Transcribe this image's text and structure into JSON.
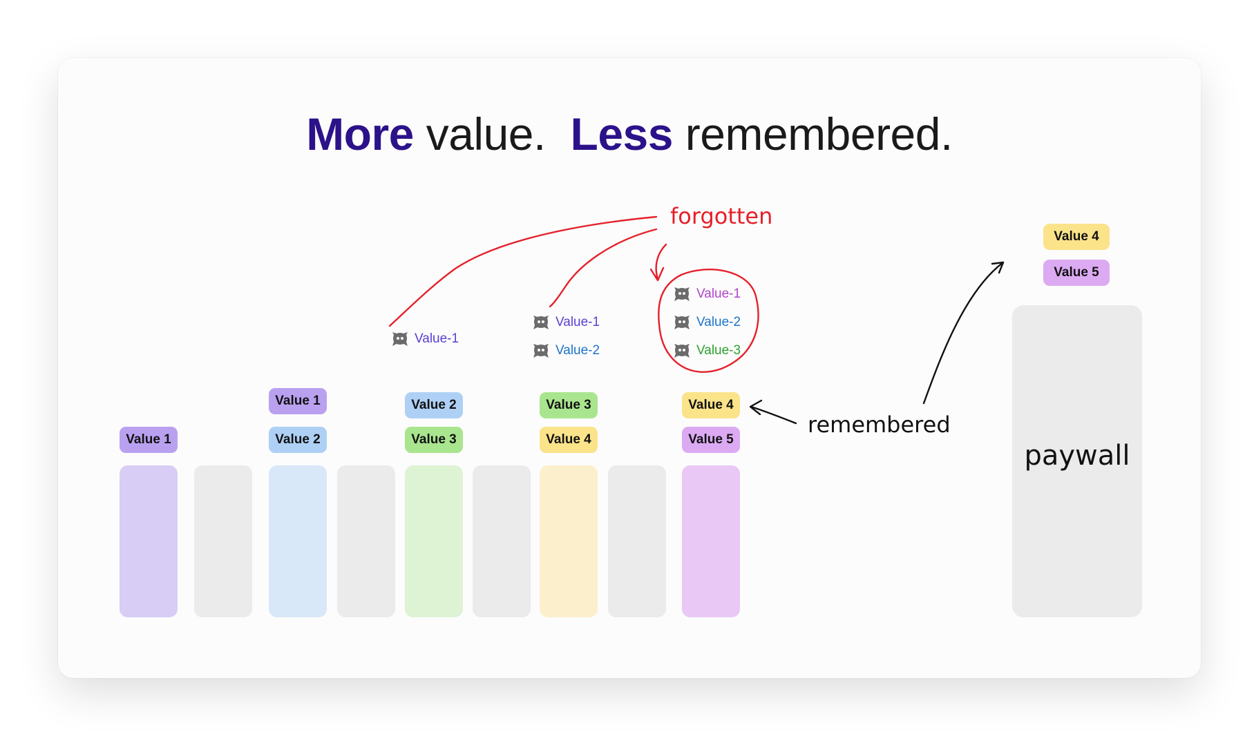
{
  "headline": {
    "more": "More",
    "value": " value.  ",
    "less": "Less",
    "remembered": " remembered."
  },
  "colors": {
    "purple_chip": "#b9a1f0",
    "blue_chip": "#aed0f5",
    "green_chip": "#a9e58f",
    "yellow_chip": "#fbe38a",
    "violet_chip": "#dcaaf2",
    "red_annotation": "#e5202a",
    "headline_accent": "#2c128a"
  },
  "columns": [
    {
      "kind": "value",
      "color": "#d8cdf4"
    },
    {
      "kind": "gap",
      "color": "#ebebeb"
    },
    {
      "kind": "value",
      "color": "#d9e8f8"
    },
    {
      "kind": "gap",
      "color": "#ebebeb"
    },
    {
      "kind": "value",
      "color": "#def2d4"
    },
    {
      "kind": "gap",
      "color": "#ebebeb"
    },
    {
      "kind": "value",
      "color": "#fcefcc"
    },
    {
      "kind": "gap",
      "color": "#ebebeb"
    },
    {
      "kind": "value",
      "color": "#e9c8f5"
    }
  ],
  "chips": {
    "c1_low": "Value 1",
    "c2_top": "Value 1",
    "c2_low": "Value 2",
    "c3_top": "Value 2",
    "c3_low": "Value 3",
    "c4_top": "Value 3",
    "c4_low": "Value 4",
    "c5_top": "Value 4",
    "c5_low": "Value 5",
    "pay_top": "Value 4",
    "pay_low": "Value 5"
  },
  "forgotten": {
    "g1": "Value-1",
    "g2a": "Value-1",
    "g2b": "Value-2",
    "g3a": "Value-1",
    "g3b": "Value-2",
    "g3c": "Value-3"
  },
  "annotations": {
    "forgotten": "forgotten",
    "remembered": "remembered"
  },
  "paywall": {
    "label": "paywall"
  }
}
